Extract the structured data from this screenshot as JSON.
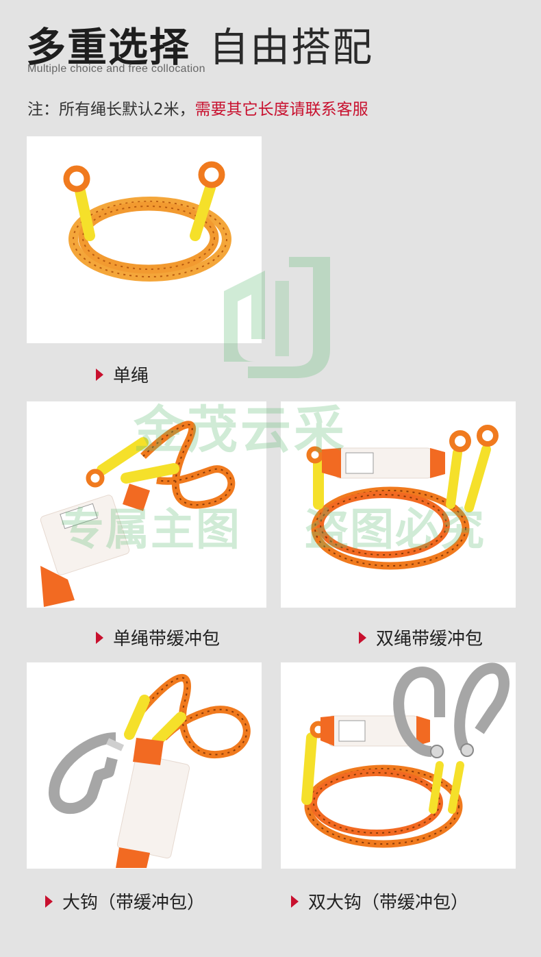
{
  "header": {
    "title_bold": "多重选择",
    "title_light": "自由搭配",
    "subtitle": "Multiple choice and free collocation"
  },
  "note": {
    "prefix": "注：所有绳长默认2米，",
    "highlight": "需要其它长度请联系客服"
  },
  "products": [
    {
      "label": "单绳"
    },
    {
      "label": "单绳带缓冲包"
    },
    {
      "label": "双绳带缓冲包"
    },
    {
      "label": "大钩（带缓冲包）"
    },
    {
      "label": "双大钩（带缓冲包）"
    }
  ],
  "watermark": {
    "line1": "金茂云采",
    "line2a": "专属主图",
    "line2b": "盗图必究"
  },
  "colors": {
    "rope": "#f07a1e",
    "sleeve": "#f5e02a",
    "accent": "#c8102e",
    "watermark": "#64be78"
  }
}
